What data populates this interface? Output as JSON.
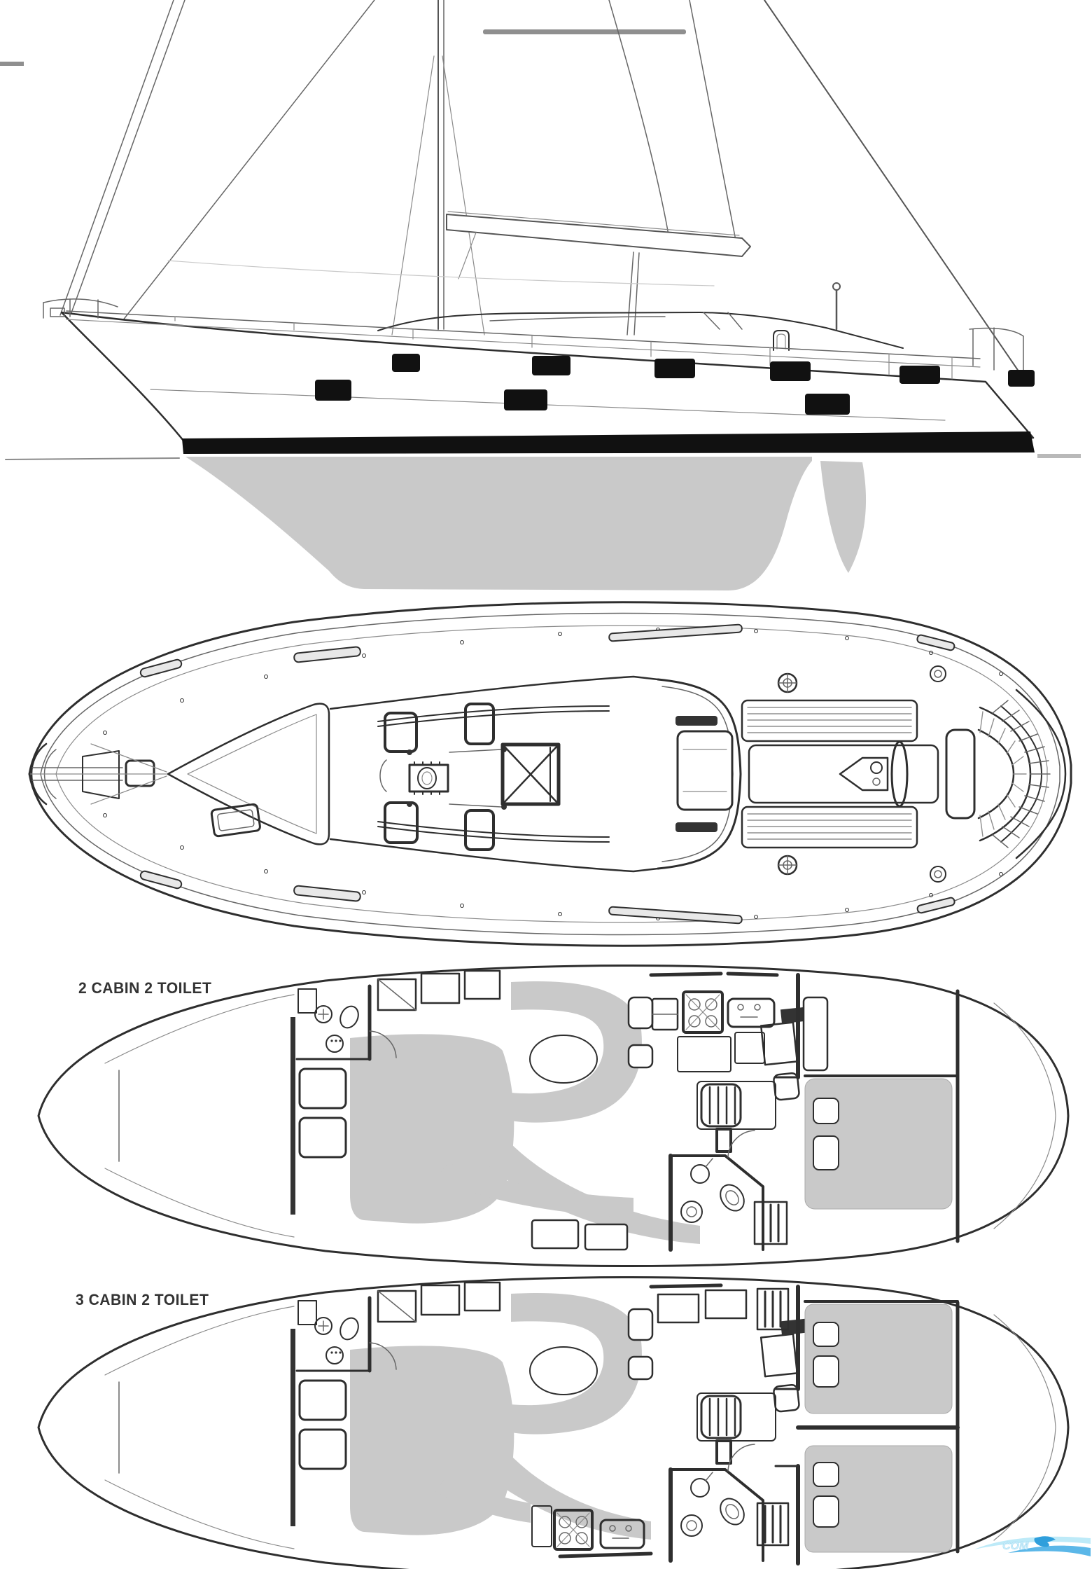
{
  "labels": {
    "layout_2_cabin": "2 CABIN 2 TOILET",
    "layout_3_cabin": "3 CABIN 2 TOILET"
  },
  "watermark": {
    "visible_text": "COM"
  },
  "colors": {
    "background": "#ffffff",
    "ink": "#2e2e2e",
    "line_medium": "#555555",
    "line_light": "#9a9a9a",
    "shadow_gray": "#c9c9c9",
    "boot_stripe": "#111111",
    "label_text": "#333333",
    "watermark_light": "#bdeaf8",
    "watermark_medium": "#5bb7e8",
    "watermark_dark": "#2f9fdc"
  }
}
